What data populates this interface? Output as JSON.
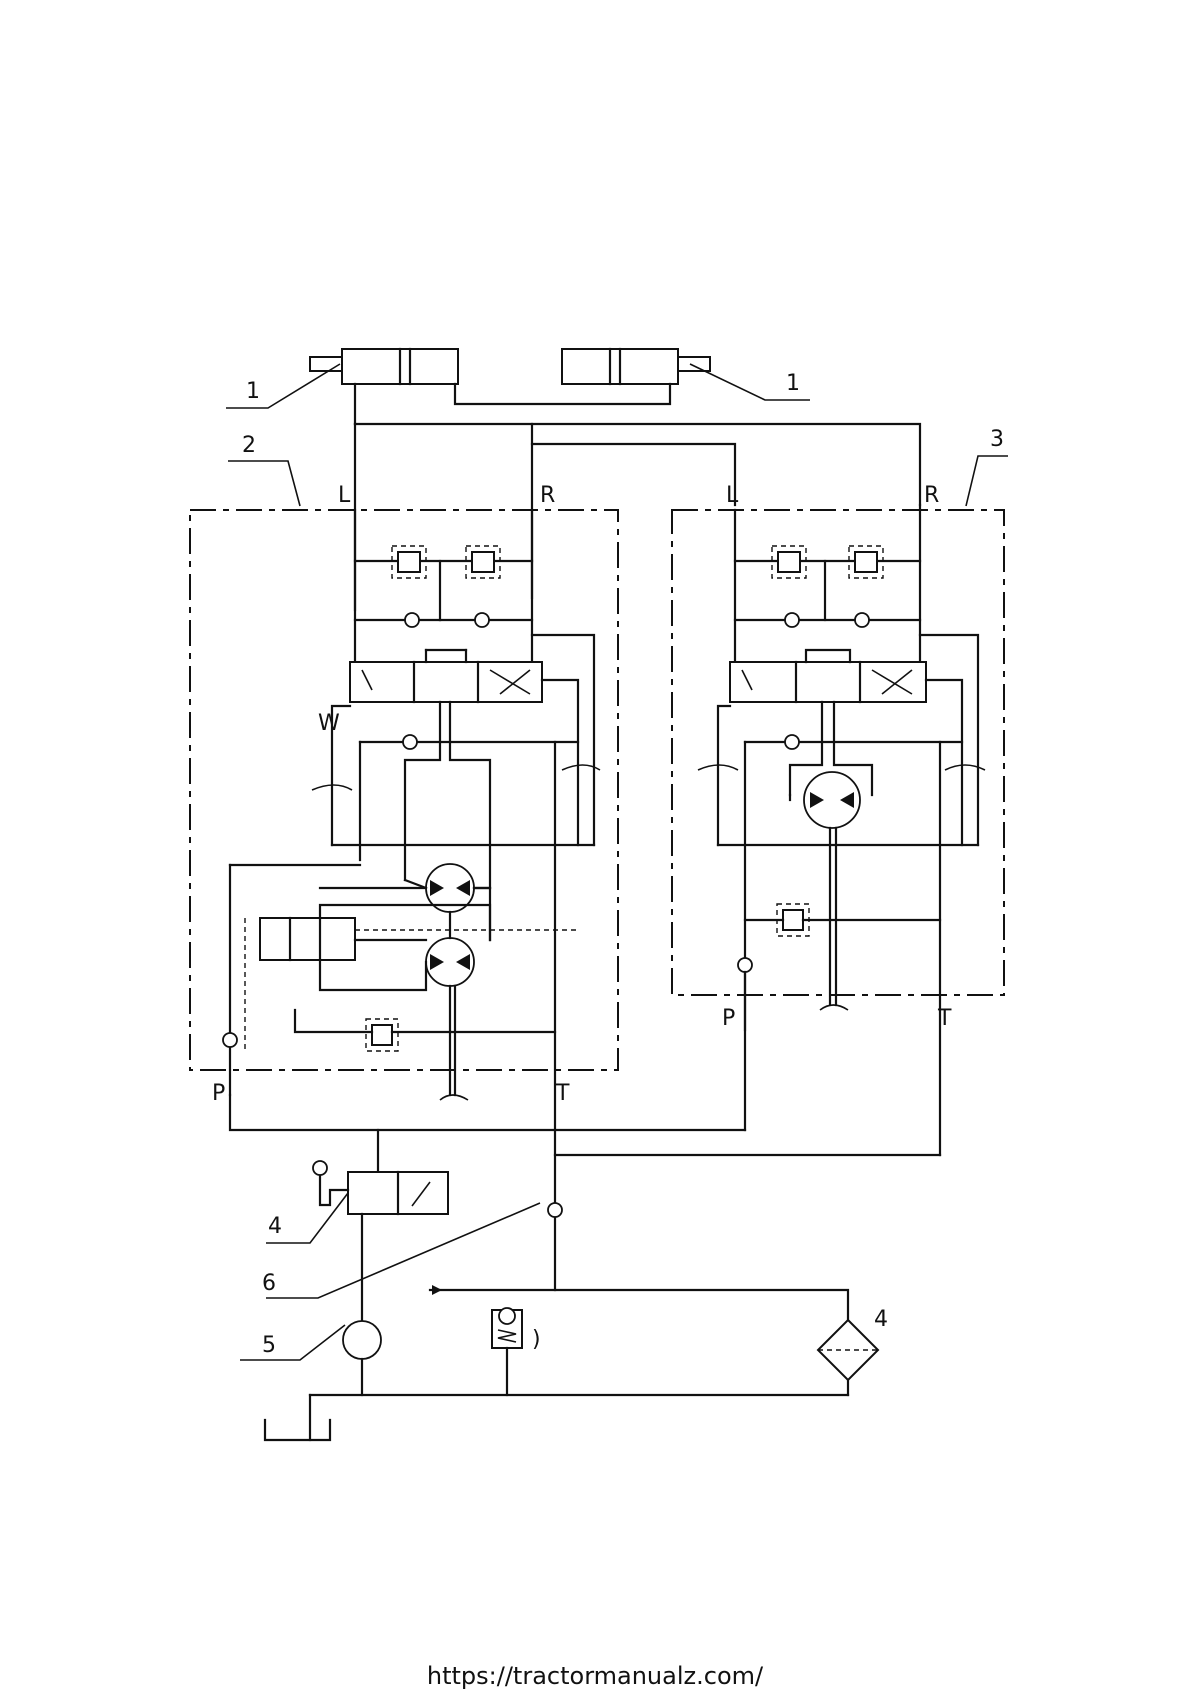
{
  "labels": {
    "callouts": [
      "1",
      "1",
      "2",
      "3",
      "4",
      "6",
      "5"
    ],
    "unit2": {
      "L": "L",
      "R": "R",
      "P": "P",
      "T": "T"
    },
    "unit3": {
      "L": "L",
      "R": "R",
      "P": "P",
      "T": "T"
    },
    "filter_mark": "4",
    "small_mark": ")"
  },
  "footer": {
    "url": "https://tractormanualz.com/"
  }
}
